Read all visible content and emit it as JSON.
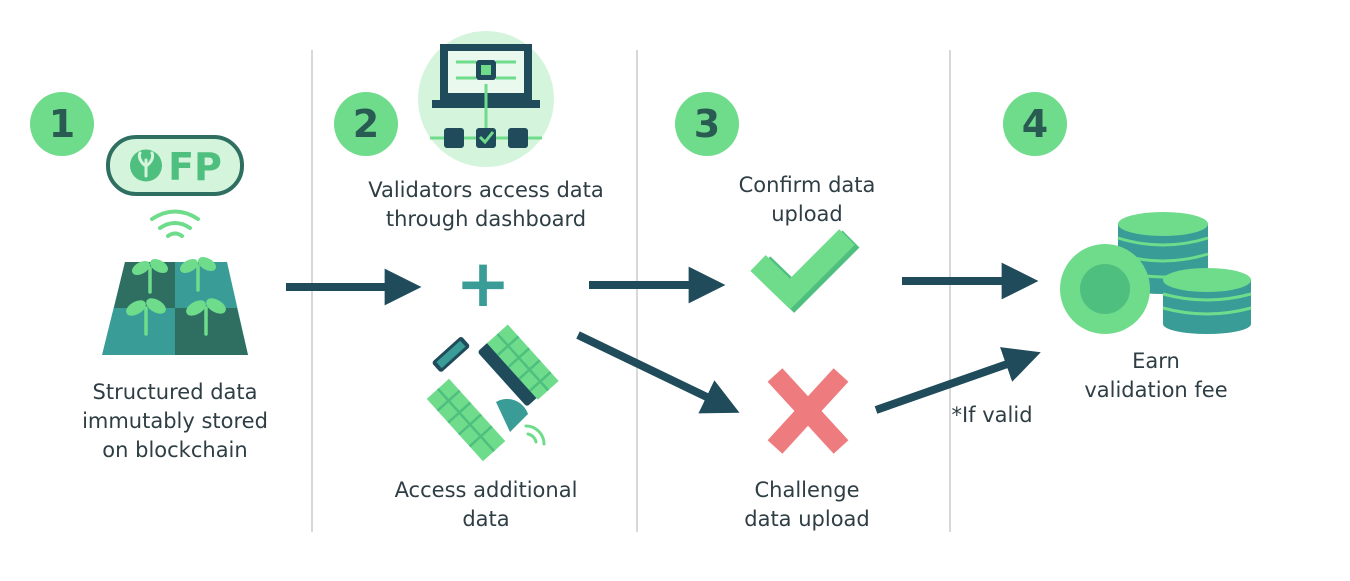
{
  "steps": [
    {
      "number": "1",
      "label_lines": [
        "Structured data",
        "immutably stored",
        "on blockchain"
      ]
    },
    {
      "number": "2",
      "label_lines": [
        "Validators access data",
        "through dashboard"
      ],
      "secondary_lines": [
        "Access additional",
        "data"
      ]
    },
    {
      "number": "3",
      "label_lines": [
        "Confirm data",
        "upload"
      ],
      "secondary_lines": [
        "Challenge",
        "data upload"
      ]
    },
    {
      "number": "4",
      "label_lines": [
        "Earn",
        "validation fee"
      ]
    }
  ],
  "logo_text": "FP",
  "plus_symbol": "+",
  "conditional_note": "*If valid",
  "icons": [
    "ofp-logo",
    "wireless-signal-icon",
    "farm-field-icon",
    "dashboard-laptop-icon",
    "satellite-icon",
    "checkmark-icon",
    "cross-icon",
    "coins-icon"
  ],
  "colors": {
    "accent_green": "#6fdc8c",
    "light_green": "#d4f5dc",
    "dark_teal": "#1f4b5b",
    "teal": "#3a9c96",
    "field_dark": "#2e6f62",
    "red": "#ee7b7d",
    "text": "#2e3e44",
    "divider": "#d8d8d8"
  }
}
